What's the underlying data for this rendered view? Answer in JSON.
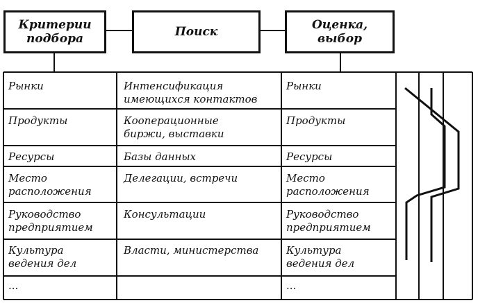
{
  "header": {
    "box1": [
      "Критерии",
      "подбора"
    ],
    "box2": "Поиск",
    "box3": [
      "Оценка,",
      "выбор"
    ]
  },
  "rows": [
    {
      "c1": [
        "Рынки"
      ],
      "c2": [
        "Интенсификация",
        "имеющихся контактов"
      ],
      "c3": [
        "Рынки"
      ]
    },
    {
      "c1": [
        "Продукты"
      ],
      "c2": [
        "Кооперационные",
        "биржи, выставки"
      ],
      "c3": [
        "Продукты"
      ]
    },
    {
      "c1": [
        "Ресурсы"
      ],
      "c2": [
        "Базы данных"
      ],
      "c3": [
        "Ресурсы"
      ]
    },
    {
      "c1": [
        "Место",
        "расположения"
      ],
      "c2": [
        "Делегации, встречи"
      ],
      "c3": [
        "Место",
        "расположения"
      ]
    },
    {
      "c1": [
        "Руководство",
        "предприятием"
      ],
      "c2": [
        "Консультации"
      ],
      "c3": [
        "Руководство",
        "предприятием"
      ]
    },
    {
      "c1": [
        "Культура",
        "ведения дел"
      ],
      "c2": [
        "Власти, министерства"
      ],
      "c3": [
        "Культура",
        "ведения дел"
      ]
    },
    {
      "c1": [
        "..."
      ],
      "c2": [],
      "c3": [
        "..."
      ]
    }
  ]
}
